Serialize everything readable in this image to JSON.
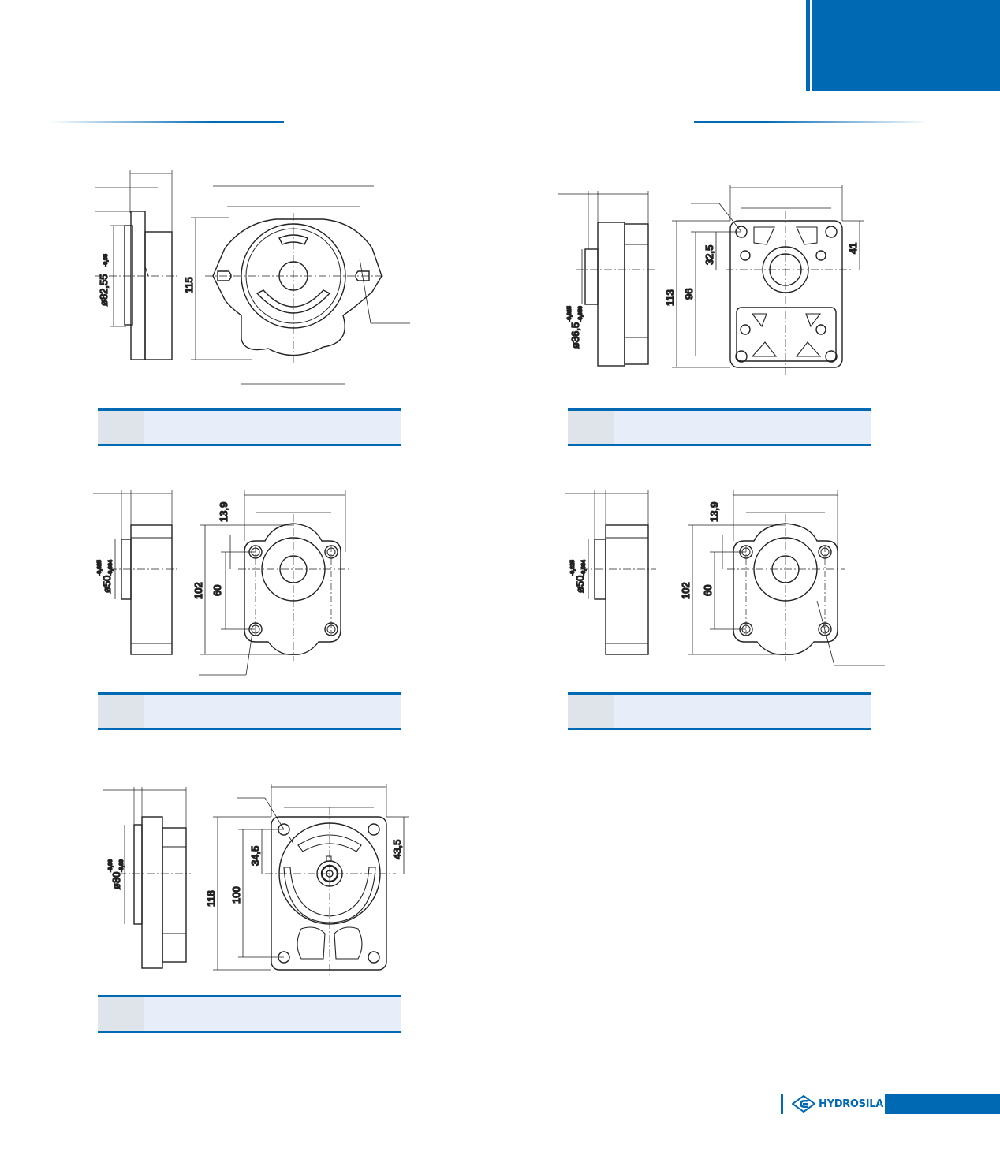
{
  "brand": {
    "name": "HYDROSILA",
    "color": "#0069b4"
  },
  "drawings": {
    "a": {
      "diameter": "ø82,55",
      "diameter_tol": "-0,05",
      "height": "115"
    },
    "b": {
      "diameter": "ø36,5",
      "diameter_tol_upper": "-0,025",
      "diameter_tol_lower": "-0,050",
      "h1": "113",
      "h2": "96",
      "d1": "32,5",
      "d2": "41"
    },
    "c": {
      "diameter": "ø50",
      "diameter_tol_upper": "-0,025",
      "diameter_tol_lower": "-0,064",
      "offset": "13,9",
      "h1": "102",
      "h2": "60"
    },
    "d": {
      "diameter": "ø50",
      "diameter_tol_upper": "-0,025",
      "diameter_tol_lower": "-0,064",
      "offset": "13,9",
      "h1": "102",
      "h2": "60"
    },
    "e": {
      "diameter": "ø80",
      "diameter_tol_upper": "-0,06",
      "diameter_tol_lower": "-0,09",
      "h1": "118",
      "h2": "100",
      "d1": "34,5",
      "d2": "43,5"
    }
  }
}
